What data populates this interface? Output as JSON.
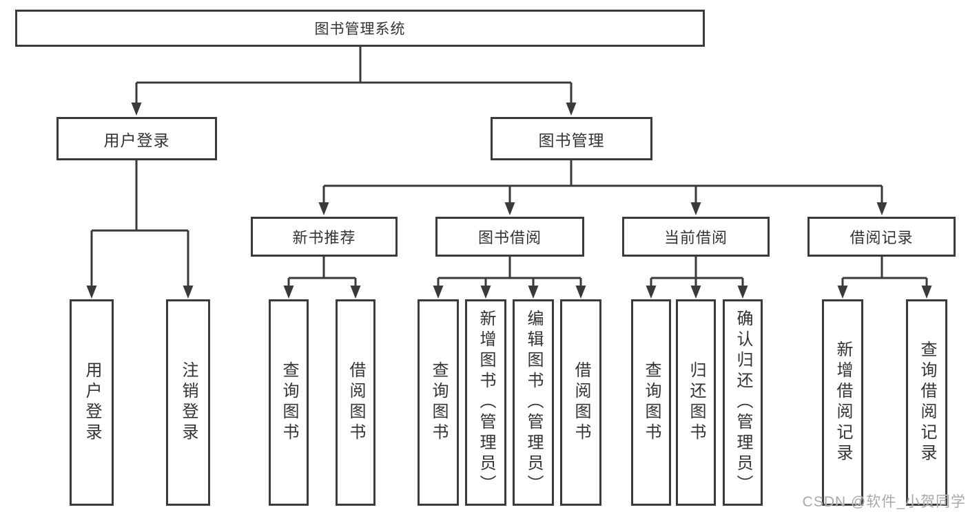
{
  "colors": {
    "line": "#3a3a3a",
    "text": "#333333",
    "watermark_text": "#a8a8a8",
    "background": "#ffffff"
  },
  "diagram": {
    "root": {
      "label": "图书管理系统"
    },
    "branches": [
      {
        "label": "用户登录"
      },
      {
        "label": "图书管理"
      }
    ],
    "modules": [
      {
        "label": "新书推荐"
      },
      {
        "label": "图书借阅"
      },
      {
        "label": "当前借阅"
      },
      {
        "label": "借阅记录"
      }
    ],
    "leaves": [
      {
        "label": "用户登录",
        "parent": "用户登录"
      },
      {
        "label": "注销登录",
        "parent": "用户登录"
      },
      {
        "label": "查询图书",
        "parent": "新书推荐"
      },
      {
        "label": "借阅图书",
        "parent": "新书推荐"
      },
      {
        "label": "查询图书",
        "parent": "图书借阅"
      },
      {
        "label": "新增图书（管理员）",
        "parent": "图书借阅"
      },
      {
        "label": "编辑图书（管理员）",
        "parent": "图书借阅"
      },
      {
        "label": "借阅图书",
        "parent": "图书借阅"
      },
      {
        "label": "查询图书",
        "parent": "当前借阅"
      },
      {
        "label": "归还图书",
        "parent": "当前借阅"
      },
      {
        "label": "确认归还（管理员）",
        "parent": "当前借阅"
      },
      {
        "label": "新增借阅记录",
        "parent": "借阅记录"
      },
      {
        "label": "查询借阅记录",
        "parent": "借阅记录"
      }
    ]
  },
  "watermark": {
    "text": "CSDN @软件_小贺同学"
  }
}
